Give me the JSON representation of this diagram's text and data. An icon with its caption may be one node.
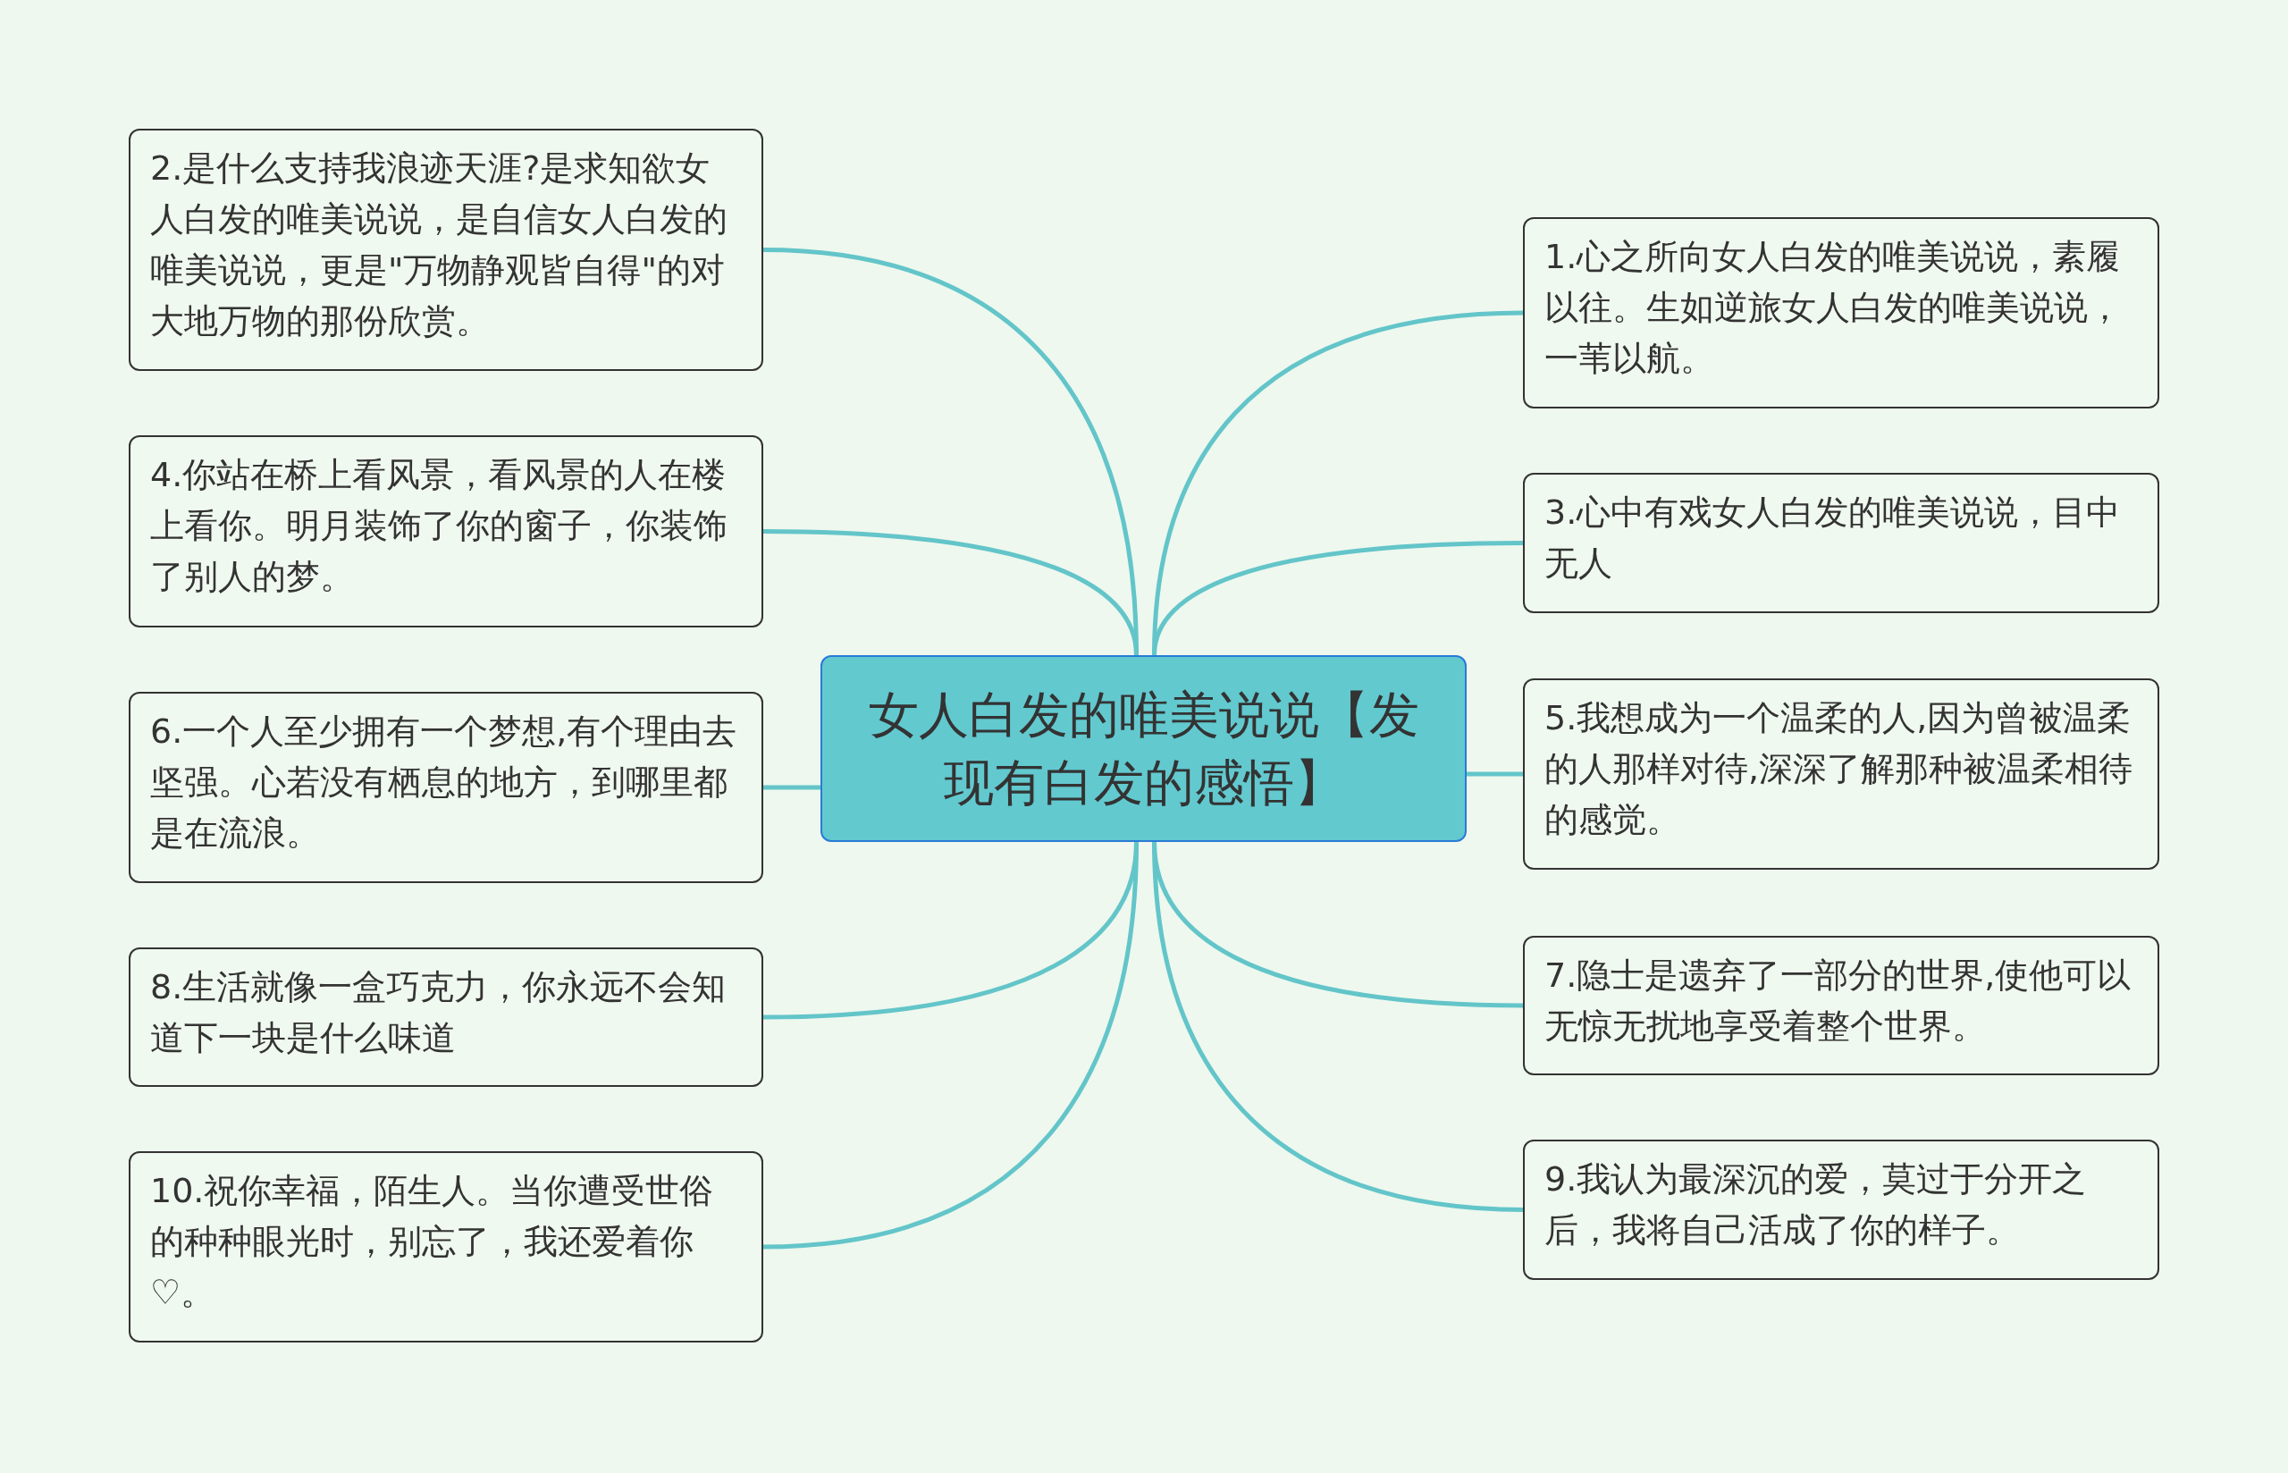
{
  "diagram": {
    "nodes": [
      {
        "text": [
          "女人白发的唯美说说【发现有白发的感悟】"
        ]
      },
      {
        "text": [
          "1.心之所向女人白发的唯美说说，素履以往。生如逆旅女人白发的唯美说说，一苇以航。"
        ]
      },
      {
        "text": [
          "2.是什么支持我浪迹天涯?是求知欲女人白发的唯美说说，是自信女人白发的唯美说说，更是\"万物静观皆自得\"的对大地万物的那份欣赏。"
        ]
      },
      {
        "text": [
          "3.心中有戏女人白发的唯美说说，目中无人"
        ]
      },
      {
        "text": [
          "4.你站在桥上看风景，看风景的人在楼上看你。明月装饰了你的窗子，你装饰了别人的梦。"
        ]
      },
      {
        "text": [
          "5.我想成为一个温柔的人,因为曾被温柔的人那样对待,深深了解那种被温柔相待的感觉。"
        ]
      },
      {
        "text": [
          "6.一个人至少拥有一个梦想,有个理由去坚强。心若没有栖息的地方，到哪里都是在流浪。"
        ]
      },
      {
        "text": [
          "7.隐士是遗弃了一部分的世界,使他可以无惊无扰地享受着整个世界。"
        ]
      },
      {
        "text": [
          "8.生活就像一盒巧克力，你永远不会知道下一块是什么味道"
        ]
      },
      {
        "text": [
          "9.我认为最深沉的爱，莫过于分开之后，我将自己活成了你的样子。"
        ]
      },
      {
        "text": [
          "10.祝你幸福，陌生人。当你遭受世俗的种种眼光时，别忘了，我还爱着你♡。"
        ]
      }
    ],
    "edges": [
      {
        "from": 0,
        "to": 1,
        "arrow": "none"
      },
      {
        "from": 0,
        "to": 2,
        "arrow": "none"
      },
      {
        "from": 0,
        "to": 3,
        "arrow": "none"
      },
      {
        "from": 0,
        "to": 4,
        "arrow": "none"
      },
      {
        "from": 0,
        "to": 5,
        "arrow": "none"
      },
      {
        "from": 0,
        "to": 6,
        "arrow": "none"
      },
      {
        "from": 0,
        "to": 7,
        "arrow": "none"
      },
      {
        "from": 0,
        "to": 8,
        "arrow": "none"
      },
      {
        "from": 0,
        "to": 9,
        "arrow": "none"
      },
      {
        "from": 0,
        "to": 10,
        "arrow": "none"
      }
    ]
  }
}
